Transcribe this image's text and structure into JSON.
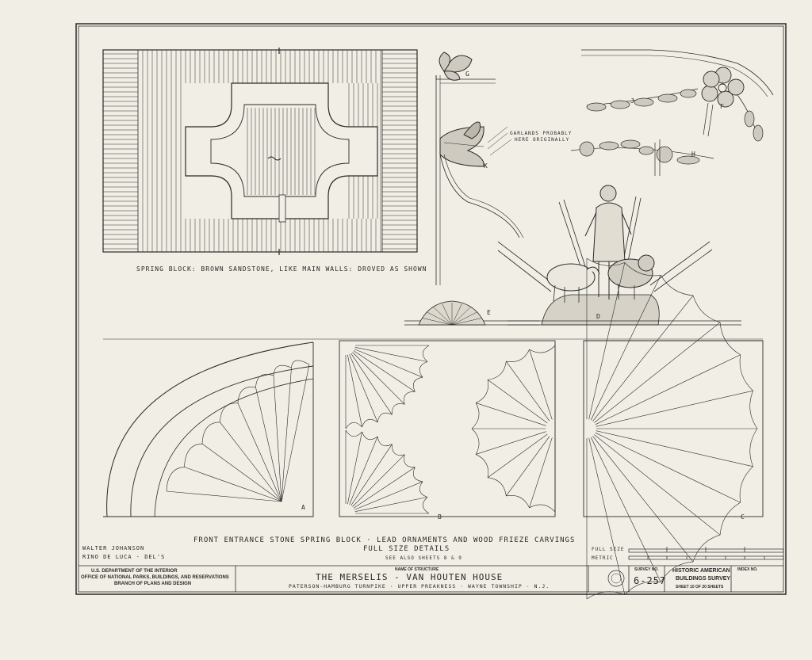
{
  "spring_block_caption": "SPRING BLOCK: BROWN SANDSTONE, LIKE MAIN WALLS: DROVED AS SHOWN",
  "garlands_note_line1": "GARLANDS PROBABLY",
  "garlands_note_line2": "HERE ORIGINALLY",
  "detail_letters": {
    "G": "G",
    "K": "K",
    "J": "J",
    "F": "F",
    "H": "H",
    "E": "E",
    "D": "D",
    "A": "A",
    "B": "B",
    "C": "C"
  },
  "sheet_title": {
    "line1": "FRONT ENTRANCE STONE SPRING BLOCK · LEAD ORNAMENTS AND WOOD FRIEZE CARVINGS",
    "line2": "FULL SIZE DETAILS",
    "line3": "SEE ALSO SHEETS 8 & 9"
  },
  "drafters": {
    "line1": "WALTER JOHANSON",
    "line2": "RINO DE LUCA · DEL'S"
  },
  "scale": {
    "full_size_label": "FULL SIZE",
    "metric_label": "METRIC"
  },
  "title_block": {
    "dept_line1": "U.S. DEPARTMENT OF THE INTERIOR",
    "dept_line2": "OFFICE OF NATIONAL PARKS, BUILDINGS, AND RESERVATIONS",
    "dept_line3": "BRANCH OF PLANS AND DESIGN",
    "name_label": "NAME OF STRUCTURE",
    "structure_name": "THE MERSELIS - VAN HOUTEN HOUSE",
    "location": "PATERSON-HAMBURG TURNPIKE · UPPER PREAKNESS · WAYNE TOWNSHIP · N.J.",
    "survey_label": "SURVEY NO.",
    "survey_no": "6-257",
    "habs_line1": "HISTORIC AMERICAN",
    "habs_line2": "BUILDINGS SURVEY",
    "sheet_of": "SHEET 10 OF 20 SHEETS",
    "index_label": "INDEX NO."
  },
  "colors": {
    "paper": "#f1eee5",
    "ink": "#2a2a2a"
  }
}
